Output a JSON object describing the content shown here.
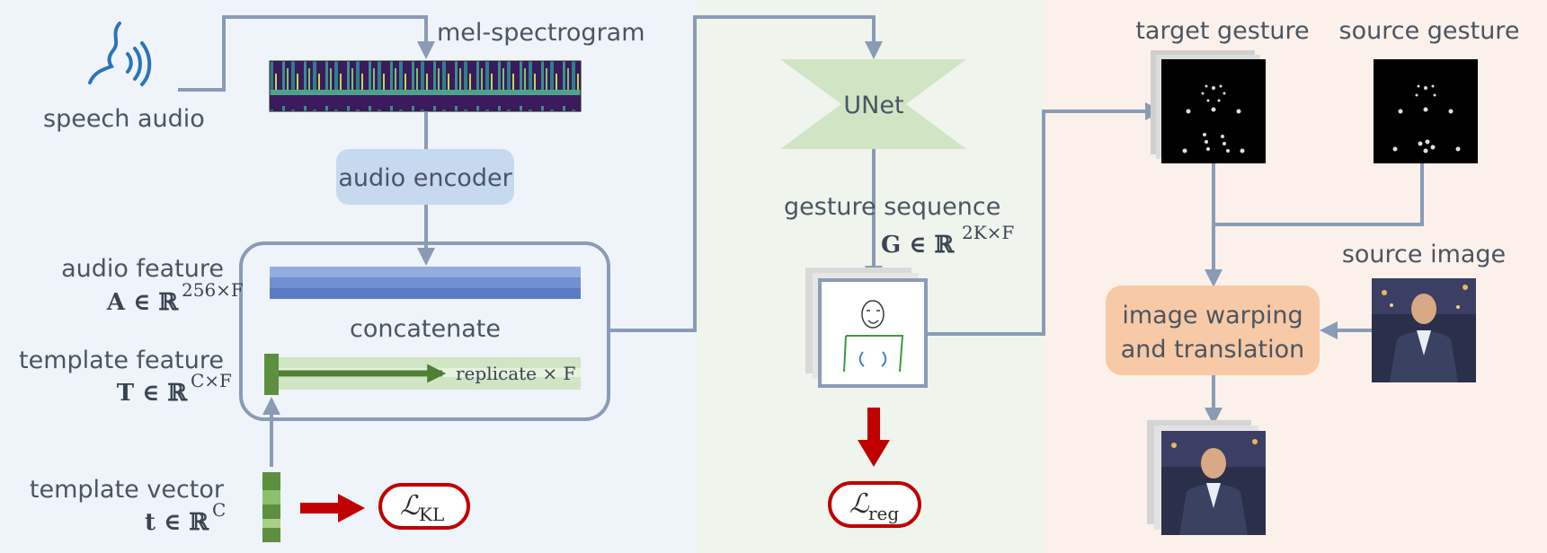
{
  "labels": {
    "speech_audio": "speech audio",
    "mel_spectrogram": "mel-spectrogram",
    "audio_encoder": "audio encoder",
    "audio_feature": "audio feature",
    "audio_feature_math": "A ∈ ℝ",
    "audio_feature_sup": "256×F",
    "concatenate": "concatenate",
    "template_feature": "template feature",
    "template_feature_math": "T ∈ ℝ",
    "template_feature_sup": "C×F",
    "replicate": "replicate × F",
    "template_vector": "template vector",
    "template_vector_math": "t ∈ ℝ",
    "template_vector_sup": "C",
    "loss_kl": "ℒ",
    "loss_kl_sub": "KL",
    "unet": "UNet",
    "gesture_sequence": "gesture sequence",
    "gesture_math": "G ∈ ℝ",
    "gesture_sup": "2K×F",
    "loss_reg": "ℒ",
    "loss_reg_sub": "reg",
    "target_gesture": "target gesture",
    "source_gesture": "source gesture",
    "source_image": "source image",
    "warping_line1": "image warping",
    "warping_line2": "and translation"
  },
  "colors": {
    "panel_left": "#eef4f9",
    "panel_middle": "#eff5ec",
    "panel_right": "#fcf1ea",
    "arrow": "#8a9bb5",
    "encoder_box": "#c5d9ef",
    "unet_shape": "#cfe5c3",
    "warping_box": "#f8c9a6",
    "loss_red": "#c00000",
    "template_green": "#5c8f40"
  }
}
